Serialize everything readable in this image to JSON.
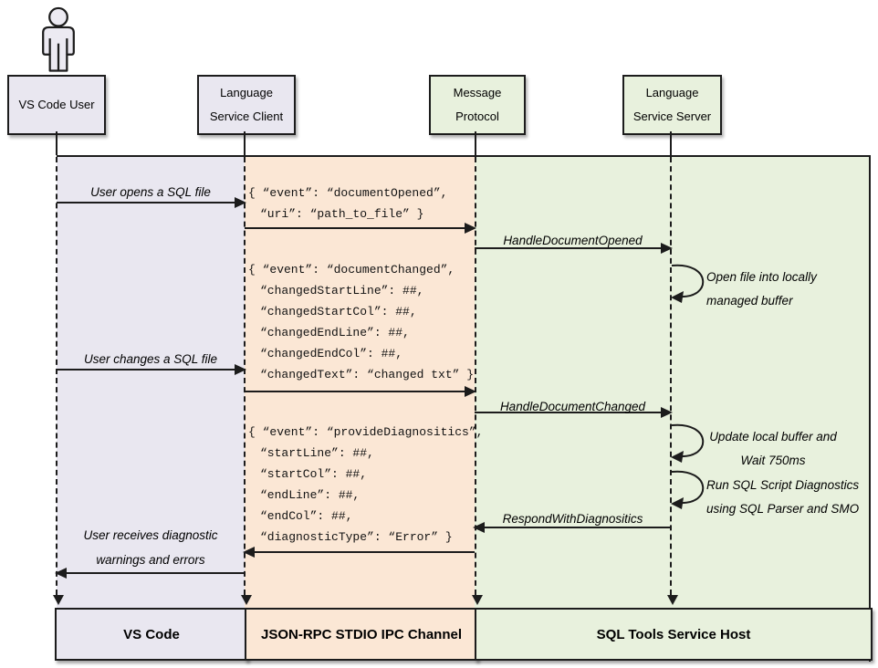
{
  "colors": {
    "lavender_band": "#e9e7f0",
    "peach_band": "#fbe7d5",
    "green_band": "#e8f1dd",
    "line_color": "#1c1c1c"
  },
  "actors": {
    "user": {
      "name": "VS Code User"
    },
    "client": {
      "line1": "Language",
      "line2": "Service Client"
    },
    "protocol": {
      "line1": "Message",
      "line2": "Protocol"
    },
    "server": {
      "line1": "Language",
      "line2": "Service Server"
    }
  },
  "lanes": {
    "vscode": "VS Code",
    "ipc": "JSON-RPC STDIO IPC Channel",
    "host": "SQL Tools Service Host"
  },
  "messages": {
    "user_opens": "User opens a SQL file",
    "handle_opened": "HandleDocumentOpened",
    "user_changes": "User changes a SQL file",
    "handle_changed": "HandleDocumentChanged",
    "respond_diag": "RespondWithDiagnositics",
    "user_receives_1": "User receives diagnostic",
    "user_receives_2": "warnings and errors"
  },
  "server_actions": {
    "open_buffer_1": "Open file into locally",
    "open_buffer_2": "managed buffer",
    "update_buffer_1": "Update local buffer and",
    "update_buffer_2": "Wait 750ms",
    "run_diag_1": "Run SQL Script Diagnostics",
    "run_diag_2": "using SQL Parser and SMO"
  },
  "payloads": {
    "document_opened": {
      "lines": [
        "{ “event”: “documentOpened”,",
        "“uri”: “path_to_file” }"
      ]
    },
    "document_changed": {
      "lines": [
        "{ “event”: “documentChanged”,",
        "“changedStartLine”: ##,",
        "“changedStartCol”: ##,",
        "“changedEndLine”: ##,",
        "“changedEndCol”: ##,",
        "“changedText”: “changed txt” }"
      ]
    },
    "provide_diagnostics": {
      "lines": [
        "{ “event”: “provideDiagnositics”,",
        "“startLine”: ##,",
        "“startCol”: ##,",
        "“endLine”: ##,",
        "“endCol”: ##,",
        "“diagnosticType”: “Error” }"
      ]
    }
  }
}
